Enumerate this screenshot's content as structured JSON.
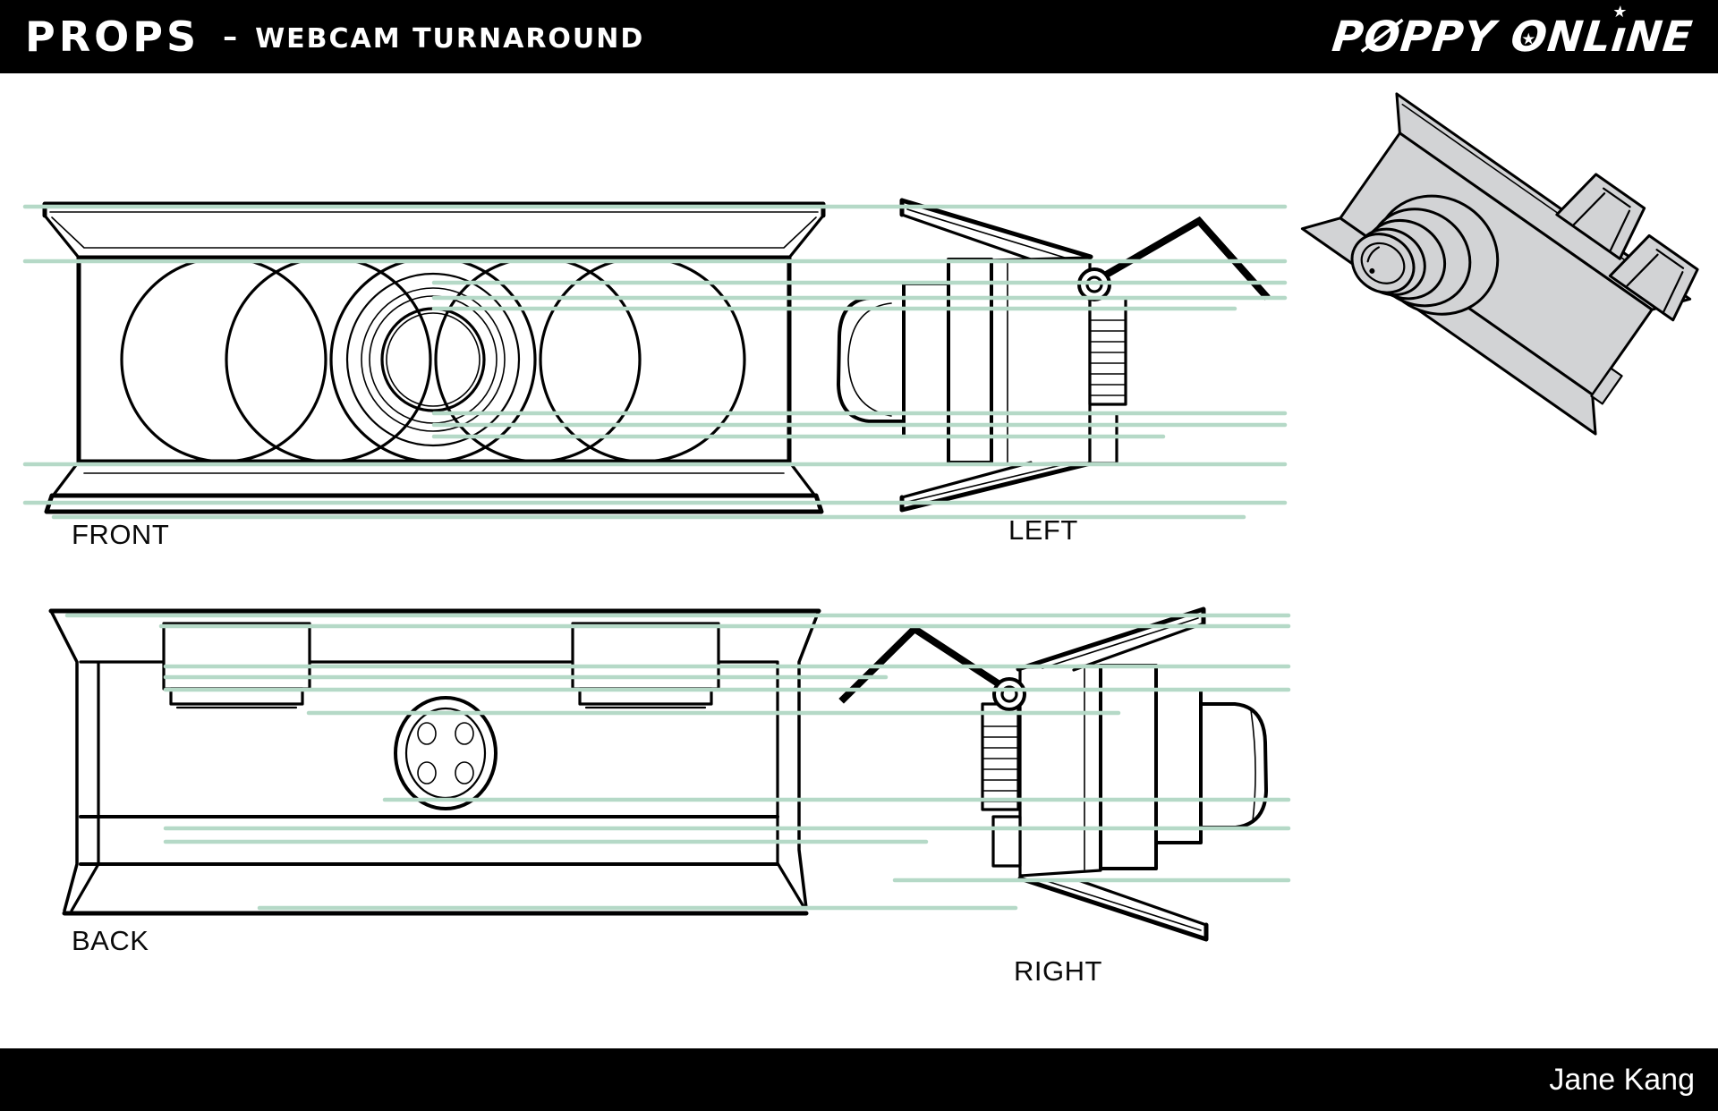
{
  "header": {
    "section_title": "PROPS",
    "separator": "–",
    "subtitle": "WEBCAM TURNAROUND",
    "logo": {
      "full_text": "PØPPY ONLiNE",
      "word1": "PØPPY",
      "o_char": "O",
      "star": "★",
      "nl": "NL",
      "i_char": "ı",
      "ne": "NE"
    }
  },
  "views": {
    "front": {
      "label": "FRONT"
    },
    "left": {
      "label": "LEFT"
    },
    "back": {
      "label": "BACK"
    },
    "right": {
      "label": "RIGHT"
    }
  },
  "footer": {
    "artist": "Jane Kang"
  },
  "colors": {
    "header_bg": "#000000",
    "header_fg": "#ffffff",
    "paper": "#ffffff",
    "ink": "#000000",
    "guide_line": "#b5d9c7",
    "iso_fill": "#d2d3d5"
  }
}
